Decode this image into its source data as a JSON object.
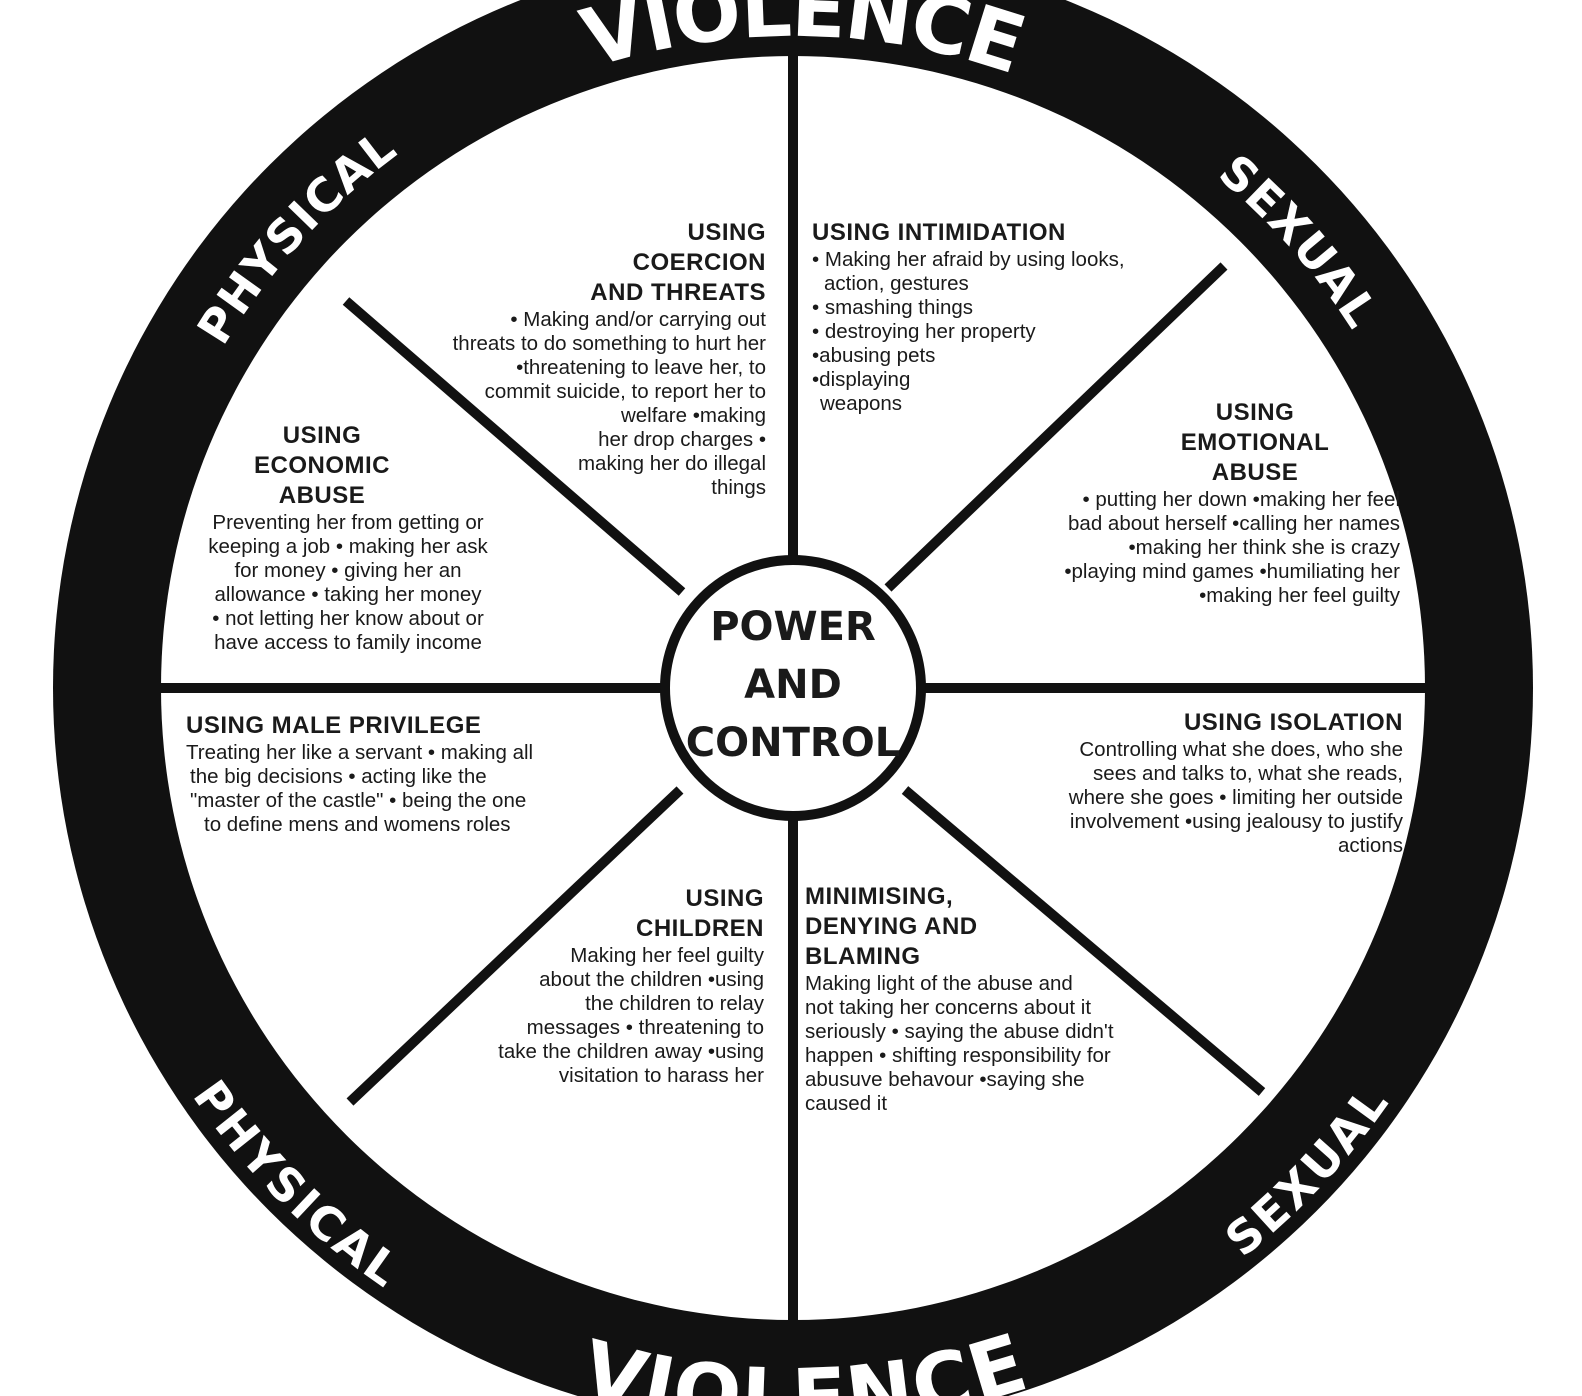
{
  "ring": {
    "top_main": "VIOLENCE",
    "top_left": "PHYSICAL",
    "top_right": "SEXUAL",
    "bottom_main": "VIOLENCE",
    "bottom_left": "PHYSICAL",
    "bottom_right": "SEXUAL"
  },
  "center": {
    "lines": [
      "POWER",
      "AND",
      "CONTROL"
    ]
  },
  "segments": {
    "coercion": {
      "title": [
        "USING",
        "COERCION",
        "AND THREATS"
      ],
      "body": [
        "• Making and/or carrying out",
        "threats to do something to hurt her",
        "•threatening to leave her, to",
        "commit suicide, to report her to",
        "welfare  •making",
        "her drop charges •",
        "making her do illegal",
        "things"
      ]
    },
    "intimidation": {
      "title": [
        "USING INTIMIDATION"
      ],
      "body": [
        "• Making her afraid by using looks,",
        "action, gestures",
        "• smashing things",
        "• destroying her property",
        "•abusing pets",
        "•displaying",
        "weapons"
      ]
    },
    "emotional": {
      "title": [
        "USING",
        "EMOTIONAL",
        "ABUSE"
      ],
      "body": [
        "• putting her down •making her feel",
        "bad about herself •calling her names",
        "•making her think she is crazy",
        "•playing mind games •humiliating her",
        "•making her feel guilty"
      ]
    },
    "isolation": {
      "title": [
        "USING ISOLATION"
      ],
      "body": [
        "Controlling what she does, who she",
        "sees and talks to, what she reads,",
        "where she goes • limiting her outside",
        "involvement •using jealousy to justify",
        "actions"
      ]
    },
    "minimising": {
      "title": [
        "MINIMISING,",
        "DENYING AND",
        "BLAMING"
      ],
      "body": [
        "Making light of the abuse and",
        "not taking her concerns about it",
        "seriously • saying the abuse didn't",
        "happen • shifting responsibility for",
        "abusuve behavour •saying she",
        "caused it"
      ]
    },
    "children": {
      "title": [
        "USING",
        "CHILDREN"
      ],
      "body": [
        "Making her feel guilty",
        "about the children •using",
        "the children to relay",
        "messages • threatening to",
        "take the children away  •using",
        "visitation to harass her"
      ]
    },
    "male_privilege": {
      "title": [
        "USING MALE PRIVILEGE"
      ],
      "body": [
        "Treating her like a servant • making all",
        "the big decisions • acting like the",
        "\"master of the castle\" • being the one",
        "to define mens and womens roles"
      ]
    },
    "economic": {
      "title": [
        "USING",
        "ECONOMIC",
        "ABUSE"
      ],
      "body": [
        "Preventing her from getting or",
        "keeping a job • making her ask",
        "for  money • giving her an",
        "allowance • taking her money",
        "•  not letting her know about or",
        "have access to family income"
      ]
    }
  }
}
